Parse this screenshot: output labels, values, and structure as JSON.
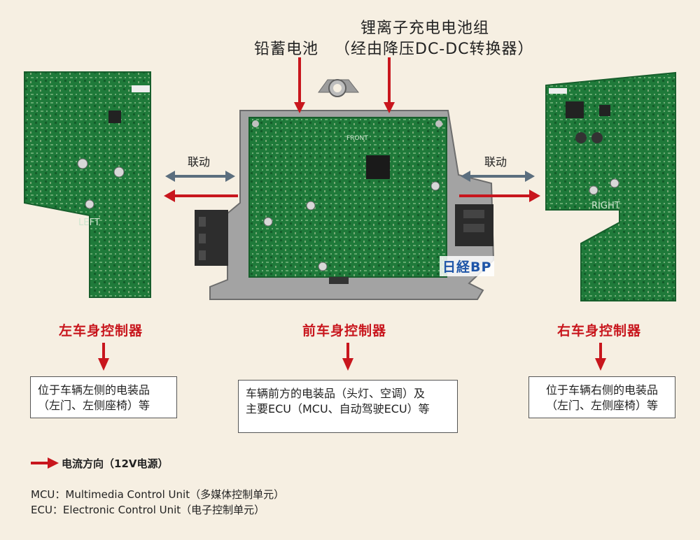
{
  "top_labels": {
    "lead_battery": "铅蓄电池",
    "li_battery_line1": "锂离子充电电池组",
    "li_battery_line2": "（经由降压DC-DC转换器）"
  },
  "link_label_left": "联动",
  "link_label_right": "联动",
  "board_marks": {
    "left_board": "LEFT",
    "right_board": "RIGHT",
    "front_board": "FRONT"
  },
  "watermark": "日経BP",
  "controllers": {
    "left": {
      "title": "左车身控制器",
      "desc_line1": "位于车辆左侧的电装品",
      "desc_line2": "（左门、左侧座椅）等"
    },
    "front": {
      "title": "前车身控制器",
      "desc_line1": "车辆前方的电装品（头灯、空调）及",
      "desc_line2": "主要ECU（MCU、自动驾驶ECU）等"
    },
    "right": {
      "title": "右车身控制器",
      "desc_line1": "位于车辆右侧的电装品",
      "desc_line2": "（左门、左侧座椅）等"
    }
  },
  "legend": {
    "label": "电流方向（12V电源）"
  },
  "notes": {
    "mcu": "MCU：Multimedia Control Unit（多媒体控制单元）",
    "ecu": "ECU：Electronic Control Unit（电子控制单元）"
  },
  "colors": {
    "accent_red": "#c8161d",
    "link_gray": "#5b6e7e",
    "pcb_green": "#1f7a3a",
    "housing_gray": "#9c9c9c",
    "background": "#f6efe2"
  }
}
